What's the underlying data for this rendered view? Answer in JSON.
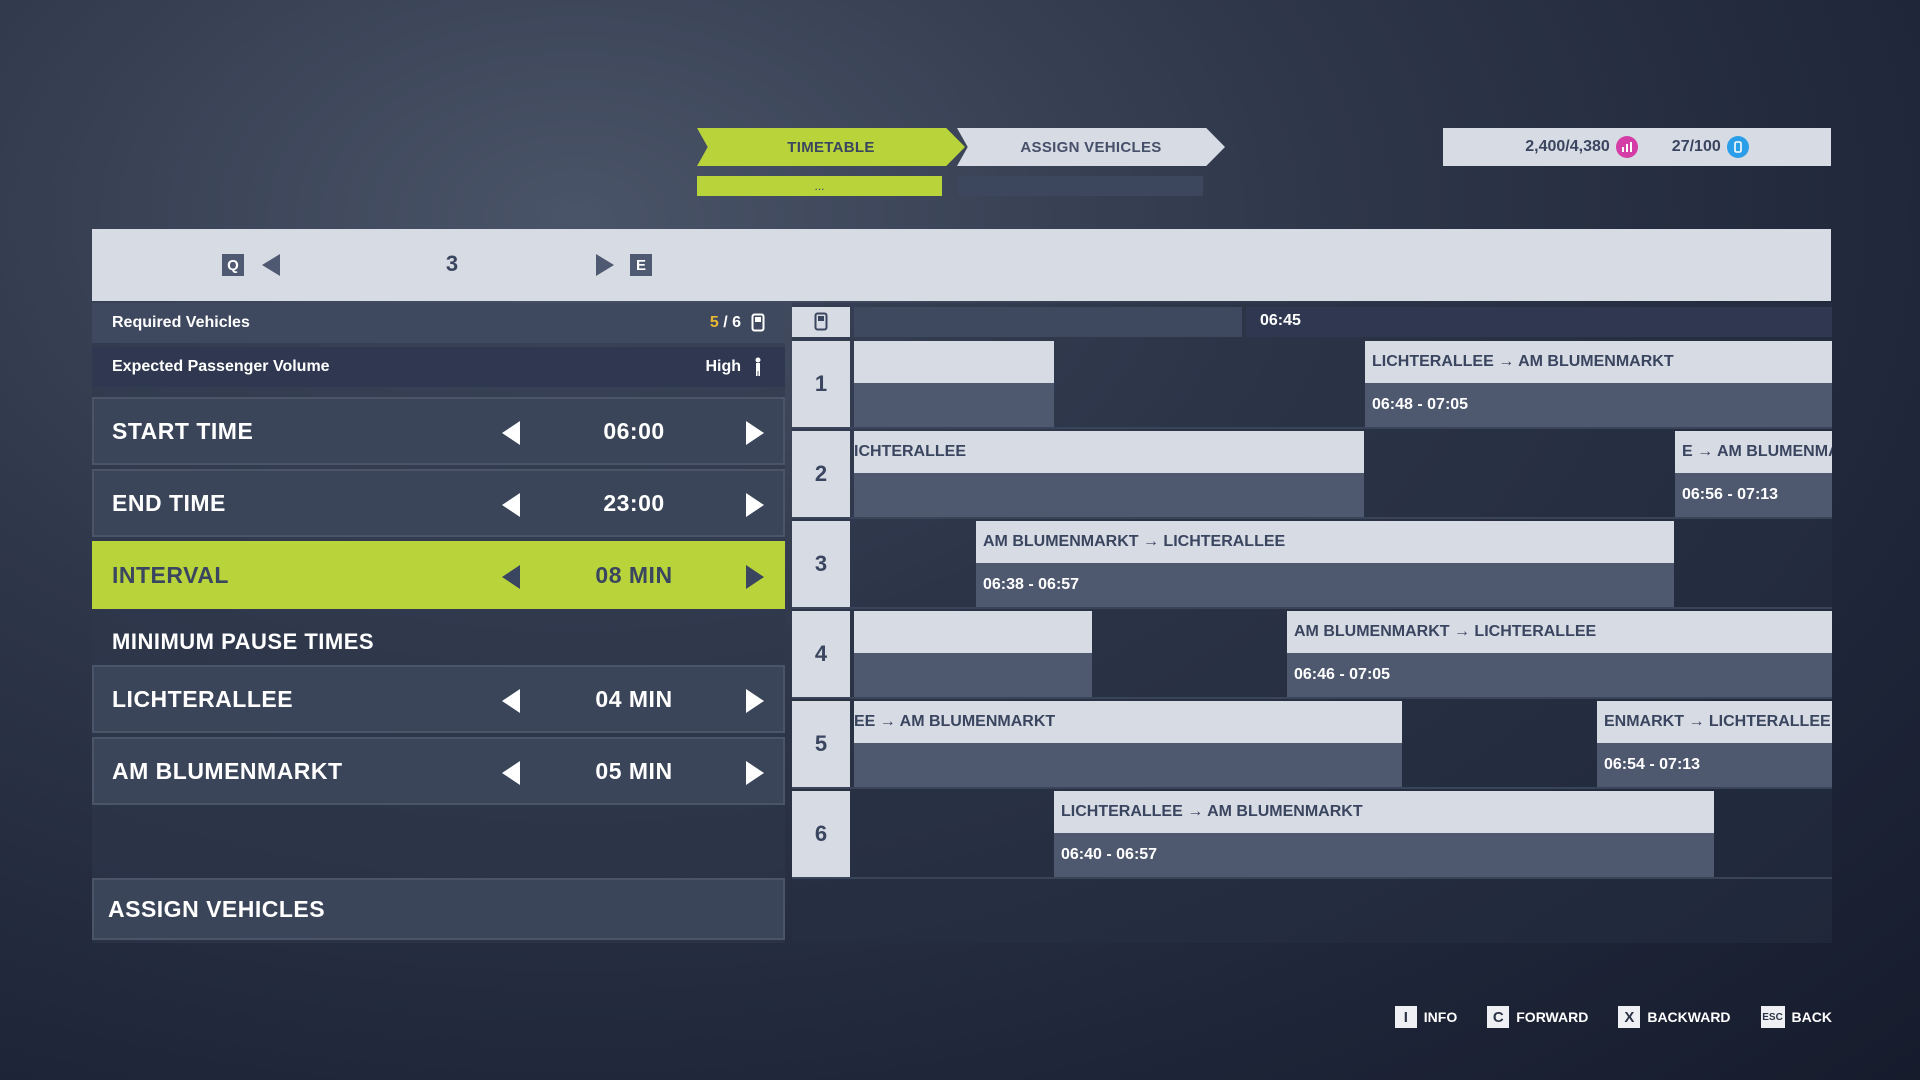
{
  "tabs": [
    {
      "label": "TIMETABLE",
      "sub": "...",
      "active": true
    },
    {
      "label": "ASSIGN VEHICLES",
      "active": false
    }
  ],
  "resources": {
    "money": "2,400/4,380",
    "money_icon": "bar-chart-icon",
    "tokens": "27/100",
    "tokens_icon": "ticket-icon"
  },
  "pager": {
    "prev_key": "Q",
    "next_key": "E",
    "page": "3"
  },
  "info": {
    "required_vehicles_label": "Required Vehicles",
    "required_vehicles_current": "5",
    "required_vehicles_total": "/ 6",
    "expected_volume_label": "Expected Passenger Volume",
    "expected_volume_value": "High"
  },
  "settings": {
    "start_time": {
      "label": "START TIME",
      "value": "06:00"
    },
    "end_time": {
      "label": "END TIME",
      "value": "23:00"
    },
    "interval": {
      "label": "INTERVAL",
      "value": "08 MIN"
    },
    "min_pause_title": "MINIMUM PAUSE TIMES",
    "lichterallee": {
      "label": "LICHTERALLEE",
      "value": "04 MIN"
    },
    "am_blumenmarkt": {
      "label": "AM BLUMENMARKT",
      "value": "05 MIN"
    }
  },
  "assign_button": "ASSIGN VEHICLES",
  "timetable": {
    "header_time": "06:45",
    "rows": [
      {
        "num": "1",
        "trips": [
          {
            "route": "",
            "time": ""
          },
          {
            "route": "LICHTERALLEE → AM BLUMENMARKT",
            "time": "06:48 - 07:05"
          }
        ]
      },
      {
        "num": "2",
        "trips": [
          {
            "route": "ICHTERALLEE",
            "time": ""
          },
          {
            "route": "E → AM BLUMENMA",
            "time": "06:56 - 07:13"
          }
        ]
      },
      {
        "num": "3",
        "trips": [
          {
            "route": "AM BLUMENMARKT → LICHTERALLEE",
            "time": "06:38 - 06:57"
          }
        ]
      },
      {
        "num": "4",
        "trips": [
          {
            "route": "",
            "time": ""
          },
          {
            "route": "AM BLUMENMARKT → LICHTERALLEE",
            "time": "06:46 - 07:05"
          }
        ]
      },
      {
        "num": "5",
        "trips": [
          {
            "route": "EE → AM BLUMENMARKT",
            "time": ""
          },
          {
            "route": "ENMARKT → LICHTERALLEE",
            "time": "06:54 - 07:13"
          }
        ]
      },
      {
        "num": "6",
        "trips": [
          {
            "route": "LICHTERALLEE → AM BLUMENMARKT",
            "time": "06:40 - 06:57"
          }
        ]
      }
    ]
  },
  "footer": [
    {
      "key": "I",
      "label": "INFO"
    },
    {
      "key": "C",
      "label": "FORWARD"
    },
    {
      "key": "X",
      "label": "BACKWARD"
    },
    {
      "key": "ESC",
      "label": "BACK"
    }
  ],
  "colors": {
    "accent": "#b9d43a",
    "highlight": "#e8b833",
    "panel": "#3b4559",
    "light": "#d7dbe3"
  }
}
